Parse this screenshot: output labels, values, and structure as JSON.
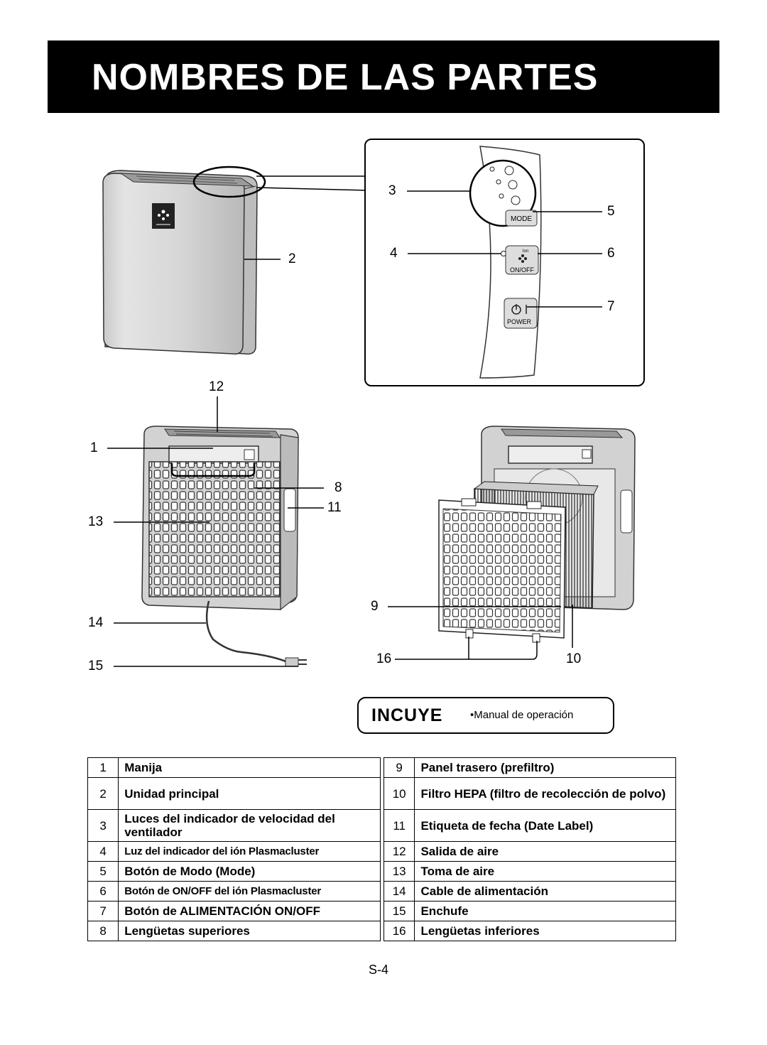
{
  "title": "NOMBRES DE LAS PARTES",
  "callouts": {
    "c1": "1",
    "c2": "2",
    "c3": "3",
    "c4": "4",
    "c5": "5",
    "c6": "6",
    "c7": "7",
    "c8": "8",
    "c9": "9",
    "c10": "10",
    "c11": "11",
    "c12": "12",
    "c13": "13",
    "c14": "14",
    "c15": "15",
    "c16": "16"
  },
  "panel_labels": {
    "mode": "MODE",
    "ion": "Ion",
    "onoff": "ON/OFF",
    "power": "POWER"
  },
  "incuye": {
    "label": "INCUYE",
    "item": "•Manual de operación"
  },
  "parts": [
    {
      "left_num": "1",
      "left_text": "Manija",
      "right_num": "9",
      "right_text": "Panel trasero (prefiltro)"
    },
    {
      "left_num": "2",
      "left_text": "Unidad principal",
      "right_num": "10",
      "right_text": "Filtro HEPA (filtro de recolección de polvo)"
    },
    {
      "left_num": "3",
      "left_text": "Luces del indicador de velocidad del ventilador",
      "right_num": "11",
      "right_text": "Etiqueta de fecha (Date Label)"
    },
    {
      "left_num": "4",
      "left_text": "Luz del indicador del ión Plasmacluster",
      "right_num": "12",
      "right_text": "Salida de aire"
    },
    {
      "left_num": "5",
      "left_text": "Botón de Modo (Mode)",
      "right_num": "13",
      "right_text": "Toma de aire"
    },
    {
      "left_num": "6",
      "left_text": "Botón de ON/OFF del ión Plasmacluster",
      "right_num": "14",
      "right_text": "Cable de alimentación"
    },
    {
      "left_num": "7",
      "left_text": "Botón de ALIMENTACIÓN ON/OFF",
      "right_num": "15",
      "right_text": "Enchufe"
    },
    {
      "left_num": "8",
      "left_text": "Lengüetas superiores",
      "right_num": "16",
      "right_text": "Lengüetas inferiores"
    }
  ],
  "page_number": "S-4"
}
